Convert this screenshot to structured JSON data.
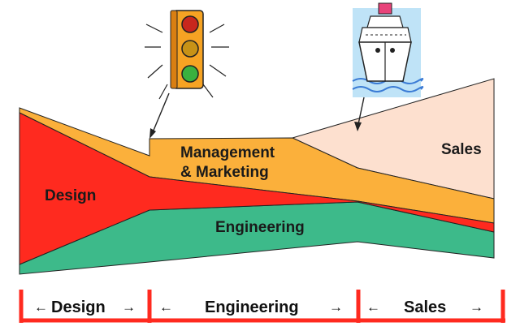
{
  "bands": {
    "design": {
      "label": "Design",
      "color": "#ff2a1f"
    },
    "management": {
      "label_line1": "Management",
      "label_line2": "& Marketing",
      "color": "#fbb03b"
    },
    "engineering": {
      "label": "Engineering",
      "color": "#3dba8a"
    },
    "sales": {
      "label": "Sales",
      "color": "#fde0cf"
    }
  },
  "timeline": {
    "color": "#ff2a1f",
    "phases": [
      {
        "label": "Design",
        "left_arrow": "←",
        "right_arrow": "→"
      },
      {
        "label": "Engineering",
        "left_arrow": "←",
        "right_arrow": "→"
      },
      {
        "label": "Sales",
        "left_arrow": "←",
        "right_arrow": "→"
      }
    ]
  },
  "icons": {
    "traffic_light": "traffic-light-icon",
    "ship": "cruise-ship-icon"
  }
}
